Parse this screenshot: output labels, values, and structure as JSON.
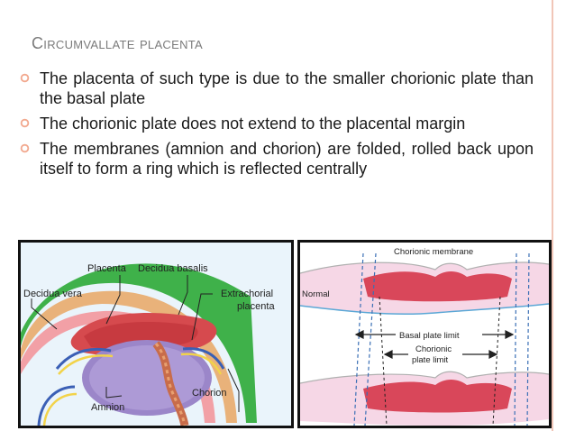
{
  "slide": {
    "title": "Circumvallate placenta",
    "bullets": [
      "The placenta of such type is due to the smaller chorionic plate than the basal plate",
      "The chorionic plate does not extend to the placental margin",
      "The membranes (amnion and chorion) are folded, rolled back upon itself to form a ring which is reflected centrally"
    ]
  },
  "left_diagram": {
    "labels": {
      "placenta": "Placenta",
      "decidua_basalis": "Decidua basalis",
      "decidua_vera": "Decidua vera",
      "extrachorial_1": "Extrachorial",
      "extrachorial_2": "placenta",
      "chorion": "Chorion",
      "amnion": "Amnion"
    }
  },
  "right_diagram": {
    "labels": {
      "chorionic_membrane": "Chorionic membrane",
      "normal": "Normal",
      "basal_plate_limit": "Basal plate limit",
      "chorionic_plate_limit_1": "Chorionic",
      "chorionic_plate_limit_2": "plate limit"
    }
  },
  "colors": {
    "bullet": "#f2a98f",
    "title": "#7b7b7b",
    "accent_line": "#f1c6b8"
  }
}
